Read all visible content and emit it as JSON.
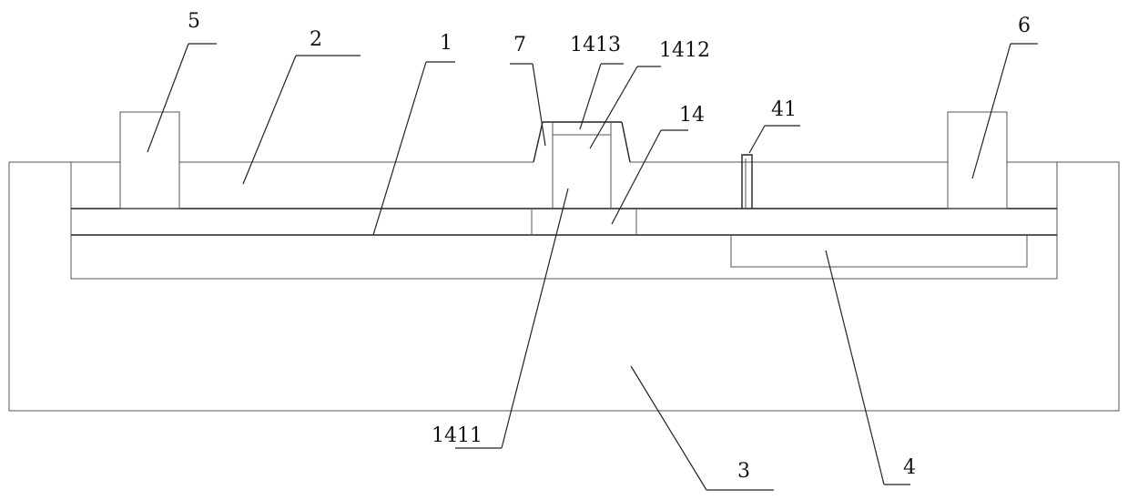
{
  "labels": {
    "l5": "5",
    "l2": "2",
    "l1": "1",
    "l7": "7",
    "l1413": "1413",
    "l1412": "1412",
    "l14": "14",
    "l41": "41",
    "l6": "6",
    "l1411": "1411",
    "l3": "3",
    "l4": "4"
  }
}
